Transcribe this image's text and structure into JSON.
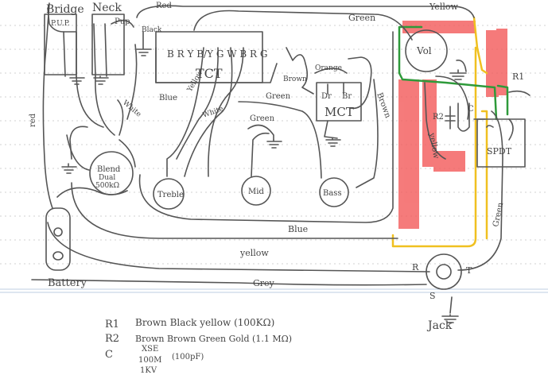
{
  "colors": {
    "paper": "#ffffff",
    "rule_blue": "#c9d6e8",
    "rule_dot": "#c4c4c4",
    "pencil": "#555555",
    "highlight_red": "#f35a5a",
    "highlight_yellow": "#f0c020",
    "highlight_green": "#2e9a3a"
  },
  "pickups": {
    "bridge": "Bridge",
    "neck": "Neck",
    "bridge_sub": "P.U.P.",
    "neck_sub": "Pup"
  },
  "tct": {
    "pins": "B R Y B/Y G W B R G",
    "label": "TCT"
  },
  "mct": {
    "label": "MCT",
    "left_pin": "Dr",
    "right_pin": "Br"
  },
  "blend": {
    "name": "Blend",
    "sub": "Dual",
    "value": "500kΩ"
  },
  "pots": {
    "treble": "Treble",
    "mid": "Mid",
    "bass": "Bass",
    "vol": "Vol"
  },
  "switch": {
    "label": "SPDT"
  },
  "jack": {
    "label": "Jack",
    "r": "R",
    "t": "T",
    "s": "S"
  },
  "battery": {
    "label": "Battery"
  },
  "wires": {
    "yellow_top": "Yellow",
    "green_top": "Green",
    "black": "Black",
    "red_top": "Red",
    "red_side": "red",
    "orange": "Orange",
    "brown_mid": "Brown",
    "brown_side": "Brown",
    "green_mct": "Green",
    "green_mid": "Green",
    "green_right": "Green",
    "white_blend": "White",
    "blue_tct": "Blue",
    "yellow_tct": "Yellow",
    "white_tct": "White",
    "yellow_red": "yellow",
    "blue_bottom": "Blue",
    "yellow_bottom": "yellow",
    "grey": "Grey"
  },
  "components": {
    "r1": "R1",
    "r2": "R2",
    "c": "C"
  },
  "legend": {
    "r1_key": "R1",
    "r1_text": "Brown Black yellow (100KΩ)",
    "r2_key": "R2",
    "r2_text": "Brown Brown Green Gold (1.1 MΩ)",
    "c_key": "C",
    "c_line1": "XSE",
    "c_line2": "100M",
    "c_line3": "1KV",
    "c_value": "(100pF)"
  }
}
